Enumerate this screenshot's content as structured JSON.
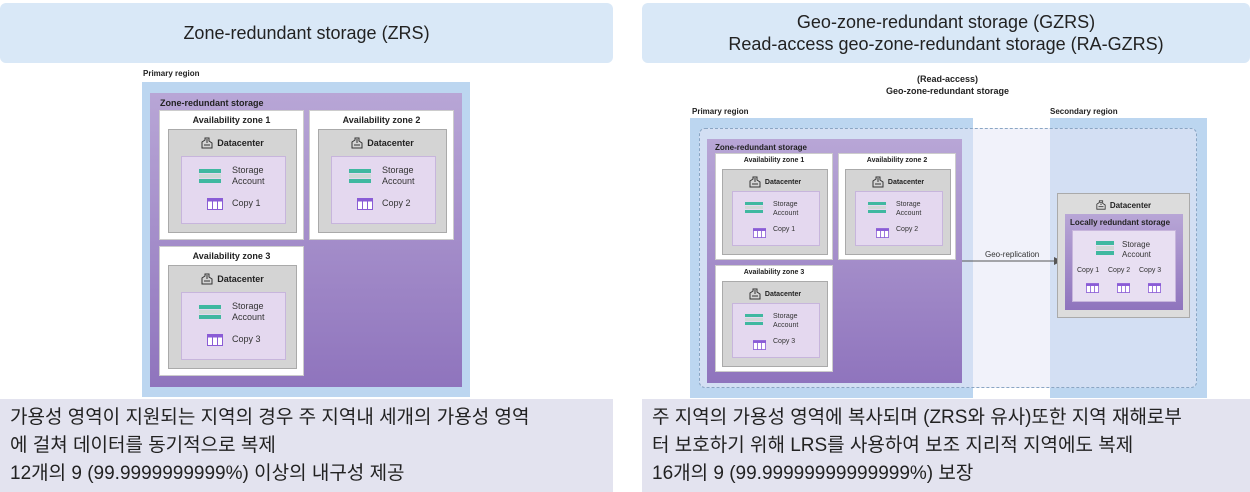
{
  "left": {
    "header": "Zone-redundant storage (ZRS)",
    "primary_region": "Primary region",
    "zrs_label": "Zone-redundant storage",
    "zones": [
      {
        "title": "Availability zone 1",
        "dc": "Datacenter",
        "sa1": "Storage",
        "sa2": "Account",
        "copy": "Copy 1"
      },
      {
        "title": "Availability zone 2",
        "dc": "Datacenter",
        "sa1": "Storage",
        "sa2": "Account",
        "copy": "Copy 2"
      },
      {
        "title": "Availability zone 3",
        "dc": "Datacenter",
        "sa1": "Storage",
        "sa2": "Account",
        "copy": "Copy 3"
      }
    ],
    "caption_lines": [
      "가용성 영역이 지원되는 지역의 경우 주 지역내 세개의 가용성 영역",
      "에 걸쳐 데이터를 동기적으로 복제",
      "12개의 9 (99.9999999999%) 이상의 내구성 제공"
    ]
  },
  "right": {
    "header_line1": "Geo-zone-redundant storage (GZRS)",
    "header_line2": "Read-access geo-zone-redundant storage (RA-GZRS)",
    "diagram_title1": "(Read-access)",
    "diagram_title2": "Geo-zone-redundant storage",
    "primary_region": "Primary region",
    "secondary_region": "Secondary region",
    "zrs_label": "Zone-redundant storage",
    "zones": [
      {
        "title": "Availability zone 1",
        "dc": "Datacenter",
        "sa1": "Storage",
        "sa2": "Account",
        "copy": "Copy 1"
      },
      {
        "title": "Availability zone 2",
        "dc": "Datacenter",
        "sa1": "Storage",
        "sa2": "Account",
        "copy": "Copy 2"
      },
      {
        "title": "Availability zone 3",
        "dc": "Datacenter",
        "sa1": "Storage",
        "sa2": "Account",
        "copy": "Copy 3"
      }
    ],
    "geo_replication": "Geo-replication",
    "secondary_dc": "Datacenter",
    "lrs_label": "Locally redundant storage",
    "lrs_sa1": "Storage",
    "lrs_sa2": "Account",
    "lrs_copies": [
      "Copy 1",
      "Copy 2",
      "Copy 3"
    ],
    "caption_lines": [
      "주 지역의 가용성 영역에 복사되며 (ZRS와 유사)또한 지역 재해로부",
      "터 보호하기 위해 LRS를 사용하여 보조 지리적 지역에도 복제",
      "16개의 9 (99.99999999999999%) 보장"
    ]
  },
  "colors": {
    "header_bg": "#d9e8f7",
    "caption_bg": "#e3e3ef",
    "region_blue": "#bcd6f0",
    "zrs_purple": "#9b83c2",
    "storage_green": "#3fb8a0",
    "copy_purple": "#8a5cd6"
  }
}
